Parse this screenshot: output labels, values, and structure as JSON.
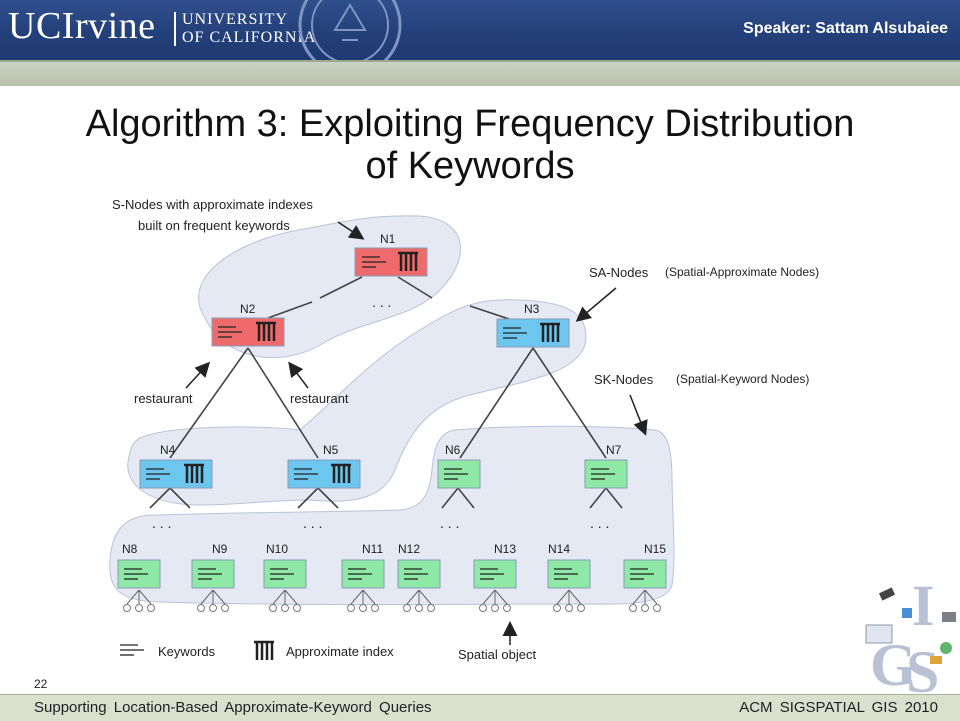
{
  "header": {
    "logo_main": "UCIrvine",
    "logo_univ_line1": "UNIVERSITY",
    "logo_univ_line2": "OF CALIFORNIA",
    "speaker": "Speaker: Sattam Alsubaiee"
  },
  "slide": {
    "title_line1": "Algorithm 3: Exploiting Frequency Distribution",
    "title_line2": "of Keywords",
    "page_number": "22"
  },
  "diagram": {
    "label_s_nodes_line1": "S-Nodes with approximate indexes",
    "label_s_nodes_line2": "built on frequent keywords",
    "label_sa_nodes": "SA-Nodes",
    "label_sa_desc": "(Spatial-Approximate Nodes)",
    "label_sk_nodes": "SK-Nodes",
    "label_sk_desc": "(Spatial-Keyword Nodes)",
    "label_restaurant_left": "restaurant",
    "label_restaurant_right": "restaurant",
    "ellipsis": ". . .",
    "nodes": {
      "n1": "N1",
      "n2": "N2",
      "n3": "N3",
      "n4": "N4",
      "n5": "N5",
      "n6": "N6",
      "n7": "N7",
      "n8": "N8",
      "n9": "N9",
      "n10": "N10",
      "n11": "N11",
      "n12": "N12",
      "n13": "N13",
      "n14": "N14",
      "n15": "N15"
    },
    "legend_keywords": "Keywords",
    "legend_approx": "Approximate index",
    "legend_spatial": "Spatial object",
    "colors": {
      "s_node": "#ef6b6b",
      "sa_node": "#6cc6ee",
      "sk_node": "#8ee8a6",
      "region": "#e4e9f4"
    }
  },
  "footer": {
    "left": "Supporting Location-Based Approximate-Keyword Queries",
    "right": "ACM SIGSPATIAL GIS 2010"
  }
}
